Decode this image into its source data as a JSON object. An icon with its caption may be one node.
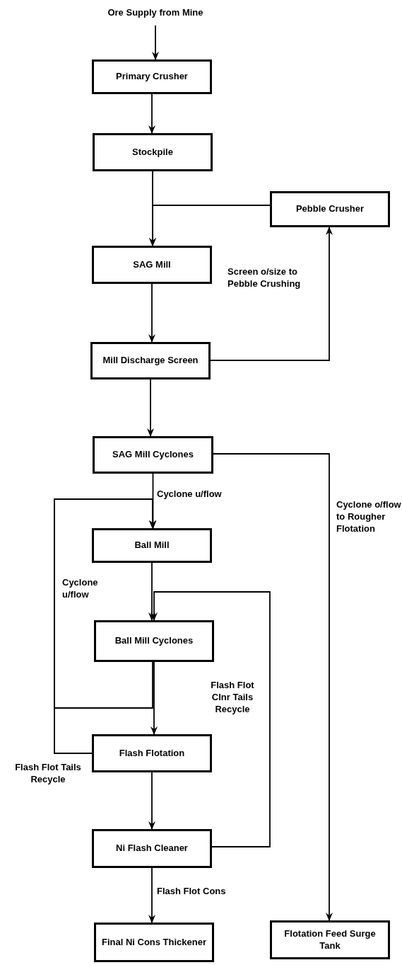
{
  "diagram": {
    "nodes": [
      {
        "text": [
          "Ore Supply from Mine"
        ]
      },
      {
        "text": [
          "Primary Crusher"
        ]
      },
      {
        "text": [
          "Stockpile"
        ]
      },
      {
        "text": [
          "Pebble Crusher"
        ]
      },
      {
        "text": [
          "SAG Mill"
        ]
      },
      {
        "text": [
          "Mill Discharge Screen"
        ]
      },
      {
        "text": [
          "SAG Mill Cyclones"
        ]
      },
      {
        "text": [
          "Ball Mill"
        ]
      },
      {
        "text": [
          "Ball Mill Cyclones"
        ]
      },
      {
        "text": [
          "Flash Flotation"
        ]
      },
      {
        "text": [
          "Ni Flash Cleaner"
        ]
      },
      {
        "text": [
          "Final Ni Cons Thickener"
        ]
      },
      {
        "text": [
          "Flotation Feed Surge Tank"
        ]
      }
    ],
    "edges": [
      {
        "from": 0,
        "to": 1,
        "arrow": "to"
      },
      {
        "from": 1,
        "to": 2,
        "arrow": "to"
      },
      {
        "from": 2,
        "to": 4,
        "arrow": "to"
      },
      {
        "from": 3,
        "to": 4,
        "arrow": "to"
      },
      {
        "from": 4,
        "to": 5,
        "arrow": "to"
      },
      {
        "from": 5,
        "to": 3,
        "arrow": "to",
        "label": "Screen o/size to Pebble Crushing"
      },
      {
        "from": 5,
        "to": 6,
        "arrow": "to"
      },
      {
        "from": 6,
        "to": 12,
        "arrow": "to",
        "label": "Cyclone o/flow to Rougher Flotation"
      },
      {
        "from": 6,
        "to": 7,
        "arrow": "to",
        "label": "Cyclone u/flow"
      },
      {
        "from": 8,
        "to": 7,
        "arrow": "to",
        "label": "Cyclone u/flow"
      },
      {
        "from": 9,
        "to": 7,
        "arrow": "to",
        "label": "Flash Flot Tails Recycle"
      },
      {
        "from": 7,
        "to": 8,
        "arrow": "to"
      },
      {
        "from": 8,
        "to": 9,
        "arrow": "to"
      },
      {
        "from": 10,
        "to": 8,
        "arrow": "to",
        "label": "Flash Flot Clnr Tails Recycle"
      },
      {
        "from": 9,
        "to": 10,
        "arrow": "to"
      },
      {
        "from": 10,
        "to": 11,
        "arrow": "to",
        "label": "Flash Flot Cons"
      }
    ]
  }
}
